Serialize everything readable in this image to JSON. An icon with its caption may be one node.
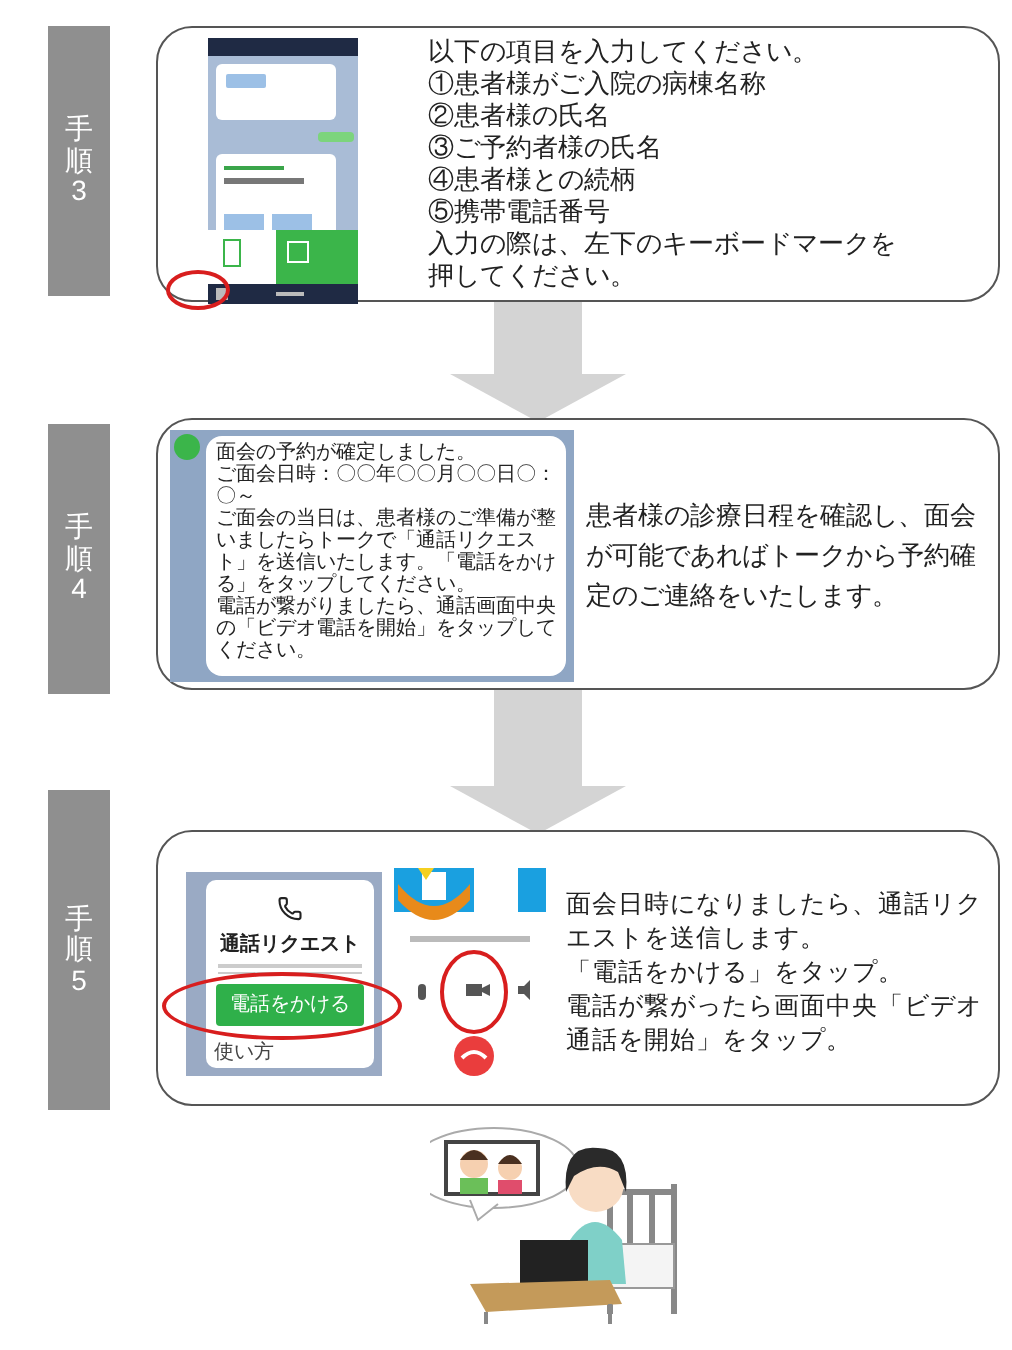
{
  "diagram": {
    "nodes": [
      {
        "text": [
          "手順3"
        ]
      },
      {
        "text": [
          "以下の項目を入力してください。",
          "①患者様がご入院の病棟名称",
          "②患者様の氏名",
          "③ご予約者様の氏名",
          "④患者様との続柄",
          "⑤携帯電話番号",
          "入力の際は、左下のキーボードマークを押してください。"
        ]
      },
      {
        "text": [],
        "shape": "picture",
        "in": 1
      },
      {
        "text": [
          "手順4"
        ]
      },
      {
        "text": [
          "患者様の診療日程を確認し、面会が可能であればトークから予約確定のご連絡をいたします。"
        ]
      },
      {
        "text": [
          "面会の予約が確定しました。",
          "ご面会日時：〇〇年〇〇月〇〇日〇：〇～",
          "ご面会の当日は、患者様のご準備が整いましたらトークで「通話リクエスト」を送信いたします。「電話をかける」をタップしてください。",
          "電話が繋がりましたら、通話画面中央の「ビデオ電話を開始」をタップしてください。"
        ],
        "in": 4
      },
      {
        "text": [
          "手順5"
        ]
      },
      {
        "text": [
          "面会日時になりましたら、通話リクエストを送信します。",
          "「電話をかける」をタップ。",
          "電話が繋がったら画面中央「ビデオ通話を開始」をタップ。"
        ]
      },
      {
        "text": [
          "通話リクエスト",
          "電話をかける",
          "使い方"
        ],
        "in": 7
      },
      {
        "text": [],
        "shape": "picture",
        "in": 7
      }
    ],
    "edges": [
      {
        "from": 1,
        "to": 4,
        "arrow": "to"
      },
      {
        "from": 4,
        "to": 7,
        "arrow": "to"
      }
    ]
  }
}
